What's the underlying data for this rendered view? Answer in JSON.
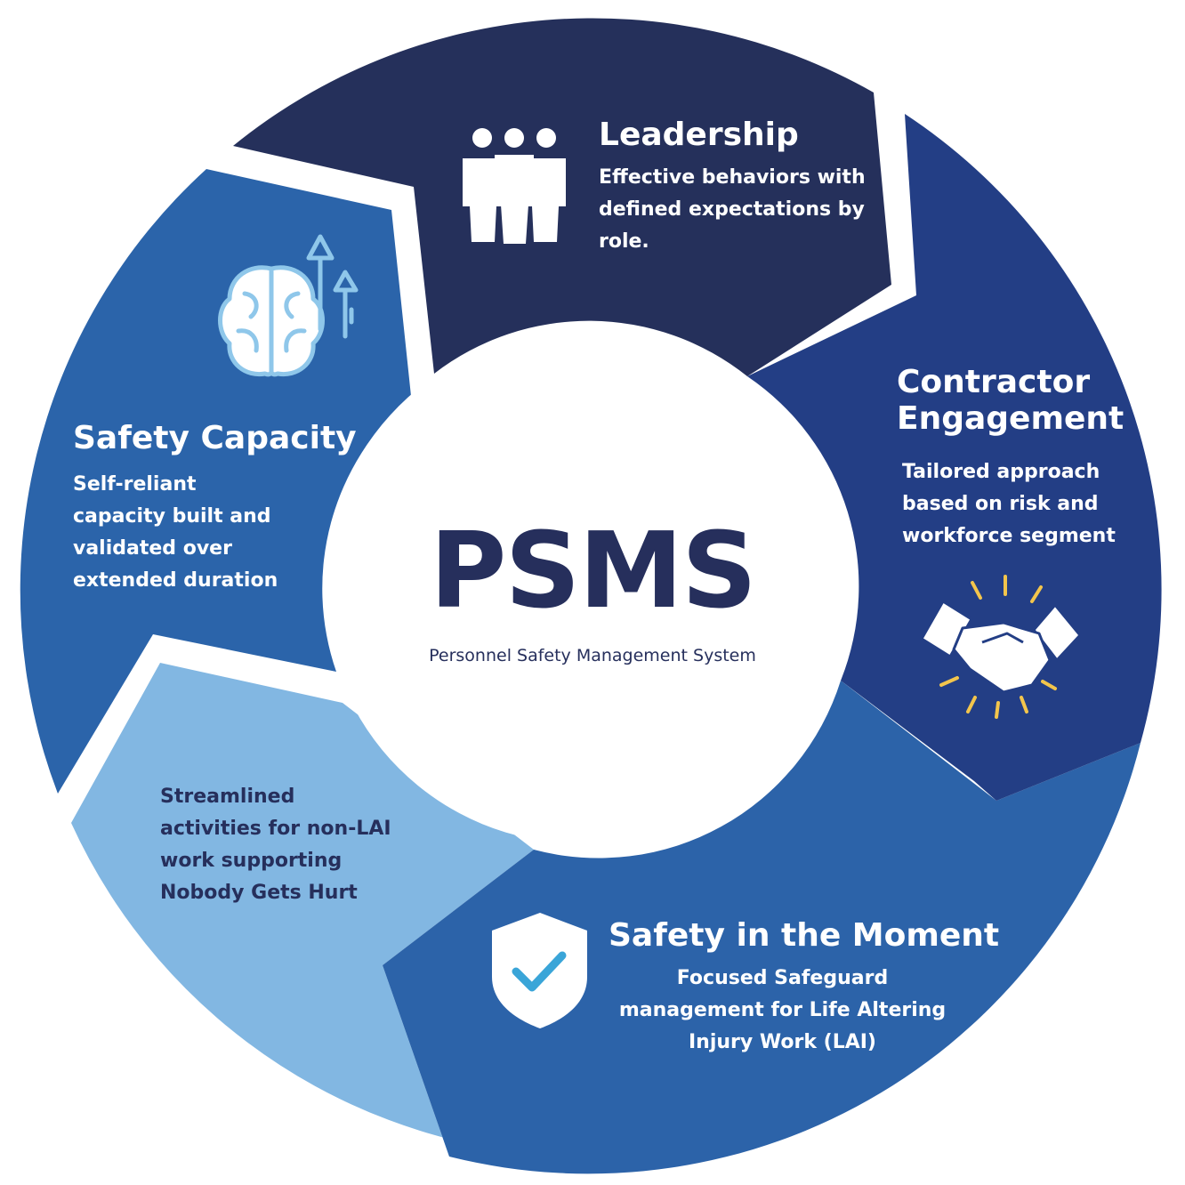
{
  "center": {
    "acronym": "PSMS",
    "full_name": "Personnel Safety Management System"
  },
  "segments": {
    "leadership": {
      "title": "Leadership",
      "description": "Effective behaviors with defined expectations by role.",
      "icon": "people-group-icon",
      "color": "#25305b"
    },
    "contractor": {
      "title": "Contractor Engagement",
      "description": "Tailored approach based on risk and workforce segment",
      "icon": "handshake-icon",
      "color": "#233e85"
    },
    "moment": {
      "title": "Safety in the Moment",
      "description": "Focused Safeguard management for Life Altering Injury Work (LAI)",
      "icon": "shield-check-icon",
      "color": "#2c63a9"
    },
    "streamlined": {
      "title": "",
      "description": "Streamlined activities for non-LAI work supporting Nobody Gets Hurt",
      "icon": "",
      "color": "#82b7e2"
    },
    "capacity": {
      "title": "Safety Capacity",
      "description": "Self-reliant capacity built and validated over extended duration",
      "icon": "brain-growth-icon",
      "color": "#2b64aa"
    }
  },
  "colors": {
    "text_dark": "#262f5c",
    "icon_light_blue": "#8fc7ea",
    "sparkle_yellow": "#f3c54c",
    "check_blue": "#3aa5d8"
  }
}
